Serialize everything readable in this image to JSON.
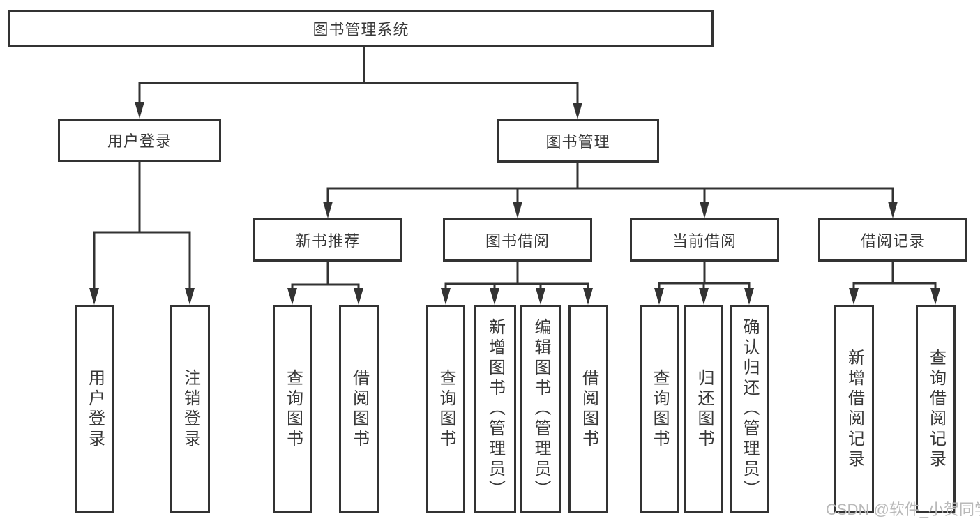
{
  "diagram": {
    "root": {
      "label": "图书管理系统"
    },
    "level2": [
      {
        "label": "用户登录"
      },
      {
        "label": "图书管理"
      }
    ],
    "level3": [
      {
        "label": "新书推荐"
      },
      {
        "label": "图书借阅"
      },
      {
        "label": "当前借阅"
      },
      {
        "label": "借阅记录"
      }
    ],
    "leaves": {
      "user_login": [
        {
          "label": "用户登录"
        },
        {
          "label": "注销登录"
        }
      ],
      "new_book": [
        {
          "label": "查询图书"
        },
        {
          "label": "借阅图书"
        }
      ],
      "book_borrow": [
        {
          "label": "查询图书"
        },
        {
          "label": "新增图书（管理员）"
        },
        {
          "label": "编辑图书（管理员）"
        },
        {
          "label": "借阅图书"
        }
      ],
      "current_borrow": [
        {
          "label": "查询图书"
        },
        {
          "label": "归还图书"
        },
        {
          "label": "确认归还（管理员）"
        }
      ],
      "borrow_records": [
        {
          "label": "新增借阅记录"
        },
        {
          "label": "查询借阅记录"
        }
      ]
    },
    "colors": {
      "line": "#333333",
      "box_border": "#333333",
      "text": "#383838",
      "watermark": "#b9b9b9",
      "background": "#ffffff"
    }
  },
  "watermark": {
    "text": "CSDN @软件_小贺同学"
  }
}
